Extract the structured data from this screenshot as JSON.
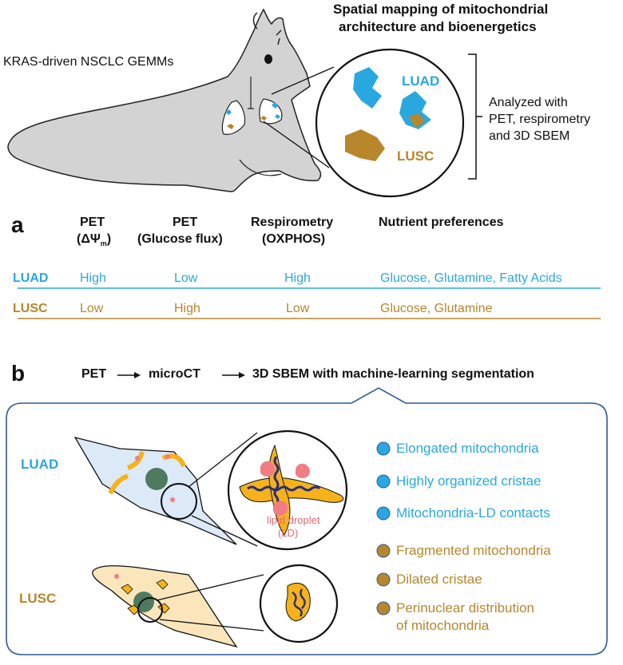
{
  "header": {
    "title_line1": "Spatial mapping of mitochondrial",
    "title_line2": "architecture and bioenergetics",
    "model_label": "KRAS-driven NSCLC GEMMs",
    "analysis_line1": "Analyzed with",
    "analysis_line2": "PET, respirometry",
    "analysis_line3": "and 3D SBEM",
    "circle_label_luad": "LUAD",
    "circle_label_lusc": "LUSC"
  },
  "panel_a": {
    "letter": "a",
    "columns": [
      {
        "line1": "PET",
        "line2": "(ΔΨ",
        "sub": "m",
        "line2_end": ")"
      },
      {
        "line1": "PET",
        "line2": "(Glucose flux)"
      },
      {
        "line1": "Respirometry",
        "line2": "(OXPHOS)"
      },
      {
        "line1": "Nutrient preferences"
      }
    ],
    "rows": [
      {
        "name": "LUAD",
        "pet_dpsi": "High",
        "pet_glucose": "Low",
        "respirometry": "High",
        "nutrients": "Glucose, Glutamine, Fatty Acids"
      },
      {
        "name": "LUSC",
        "pet_dpsi": "Low",
        "pet_glucose": "High",
        "respirometry": "Low",
        "nutrients": "Glucose, Glutamine"
      }
    ]
  },
  "panel_b": {
    "letter": "b",
    "pipeline": [
      "PET",
      "microCT",
      "3D SBEM with machine-learning segmentation"
    ],
    "luad_label": "LUAD",
    "lusc_label": "LUSC",
    "ld_label_line1": "lipid droplet",
    "ld_label_line2": "(LD)",
    "luad_features": [
      "Elongated mitochondria",
      "Highly organized cristae",
      "Mitochondria-LD contacts"
    ],
    "lusc_features": [
      "Fragmented mitochondria",
      "Dilated cristae",
      "Perinuclear distribution",
      "of mitochondria"
    ]
  },
  "colors": {
    "luad": "#29a8e0",
    "lusc": "#b8862b",
    "mito": "#f5b21a",
    "cristae": "#2a2e7a",
    "lipid": "#f07d84",
    "nucleus": "#4e7a60",
    "frame": "#2d5a9a"
  }
}
